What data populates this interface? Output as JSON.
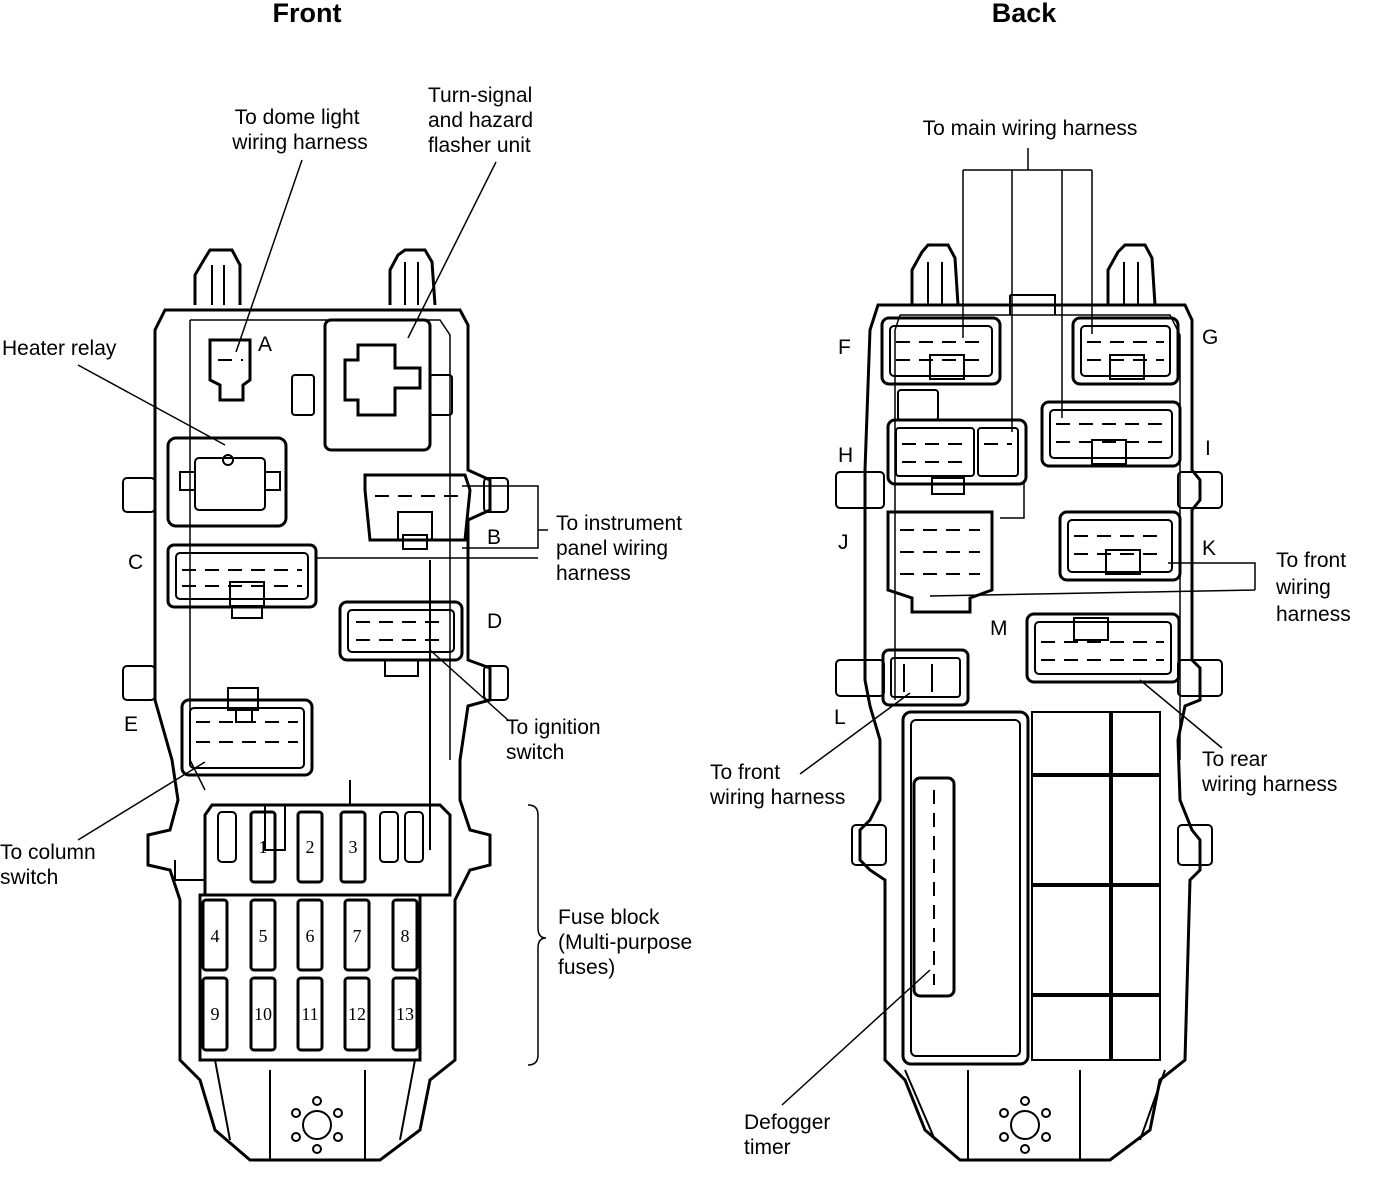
{
  "titles": {
    "front": "Front",
    "back": "Back"
  },
  "front": {
    "dome_light": [
      "To dome light",
      "wiring harness"
    ],
    "turn_signal": [
      "Turn-signal",
      "and hazard",
      "flasher unit"
    ],
    "heater_relay": "Heater relay",
    "instrument_panel": [
      "To instrument",
      "panel wiring",
      "harness"
    ],
    "ignition": [
      "To ignition",
      "switch"
    ],
    "column_switch": [
      "To column",
      "switch"
    ],
    "fuse_block": [
      "Fuse block",
      "(Multi-purpose",
      "fuses)"
    ],
    "connectors": {
      "a": "A",
      "b": "B",
      "c": "C",
      "d": "D",
      "e": "E"
    },
    "fuses": [
      "1",
      "2",
      "3",
      "4",
      "5",
      "6",
      "7",
      "8",
      "9",
      "10",
      "11",
      "12",
      "13"
    ]
  },
  "back": {
    "main_harness": "To main wiring harness",
    "front_wiring_right": [
      "To front",
      "wiring",
      "harness"
    ],
    "front_wiring_left": [
      "To front",
      "wiring harness"
    ],
    "rear_wiring": [
      "To rear",
      "wiring harness"
    ],
    "defogger": [
      "Defogger",
      "timer"
    ],
    "connectors": {
      "f": "F",
      "g": "G",
      "h": "H",
      "i": "I",
      "j": "J",
      "k": "K",
      "l": "L",
      "m": "M"
    }
  }
}
